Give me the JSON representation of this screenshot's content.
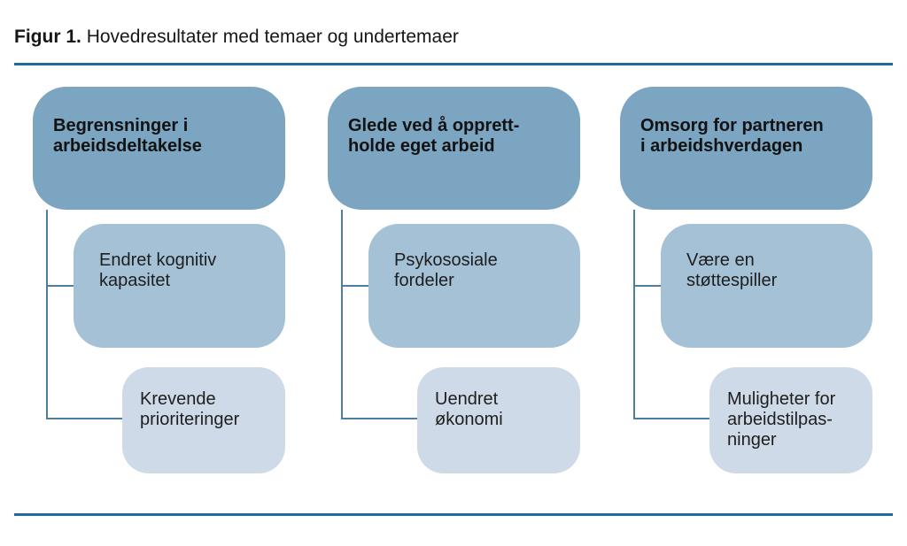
{
  "figure": {
    "label": "Figur 1.",
    "title": "Hovedresultater med temaer og undertemaer"
  },
  "colors": {
    "header_box": "#7BA5C1",
    "sub_box_primary": "#A4C1D6",
    "sub_box_secondary": "#CEDAE7",
    "connector": "#4D7EA0",
    "rule": "#1E6C9E"
  },
  "columns": [
    {
      "header": "Begrensninger i\narbeidsdeltakelse",
      "subs": [
        "Endret kognitiv\nkapasitet",
        "Krevende\nprioriteringer"
      ]
    },
    {
      "header": "Glede ved å opprett-\nholde eget arbeid",
      "subs": [
        "Psykososiale\nfordeler",
        "Uendret\nøkonomi"
      ]
    },
    {
      "header": "Omsorg for partneren\ni arbeidshverdagen",
      "subs": [
        "Være en\nstøttespiller",
        "Muligheter for\narbeidstilpas-\nninger"
      ]
    }
  ]
}
